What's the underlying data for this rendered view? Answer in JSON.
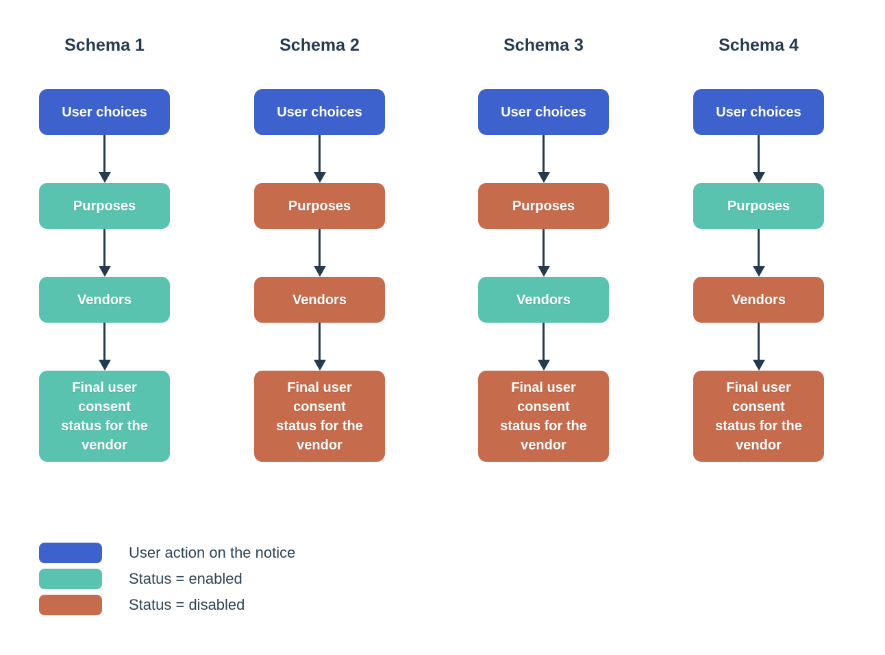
{
  "colors": {
    "action": "#3D62CE",
    "enabled": "#59C3AF",
    "disabled": "#C76B4D",
    "arrow": "#243B4F",
    "text_dark": "#253C50",
    "text_legend": "#2C4355",
    "background": "#FFFFFF",
    "box_text": "#FFFFFF"
  },
  "schemas": [
    {
      "title": "Schema 1",
      "nodes": [
        {
          "label": "User choices",
          "status": "action"
        },
        {
          "label": "Purposes",
          "status": "enabled"
        },
        {
          "label": "Vendors",
          "status": "enabled"
        },
        {
          "label": "Final user consent status for the vendor",
          "status": "enabled"
        }
      ]
    },
    {
      "title": "Schema 2",
      "nodes": [
        {
          "label": "User choices",
          "status": "action"
        },
        {
          "label": "Purposes",
          "status": "disabled"
        },
        {
          "label": "Vendors",
          "status": "disabled"
        },
        {
          "label": "Final user consent status for the vendor",
          "status": "disabled"
        }
      ]
    },
    {
      "title": "Schema 3",
      "nodes": [
        {
          "label": "User choices",
          "status": "action"
        },
        {
          "label": "Purposes",
          "status": "disabled"
        },
        {
          "label": "Vendors",
          "status": "enabled"
        },
        {
          "label": "Final user consent status for the vendor",
          "status": "disabled"
        }
      ]
    },
    {
      "title": "Schema 4",
      "nodes": [
        {
          "label": "User choices",
          "status": "action"
        },
        {
          "label": "Purposes",
          "status": "enabled"
        },
        {
          "label": "Vendors",
          "status": "disabled"
        },
        {
          "label": "Final user consent status for the vendor",
          "status": "disabled"
        }
      ]
    }
  ],
  "legend": [
    {
      "color": "action",
      "label": "User action on the notice"
    },
    {
      "color": "enabled",
      "label": "Status = enabled"
    },
    {
      "color": "disabled",
      "label": "Status = disabled"
    }
  ]
}
